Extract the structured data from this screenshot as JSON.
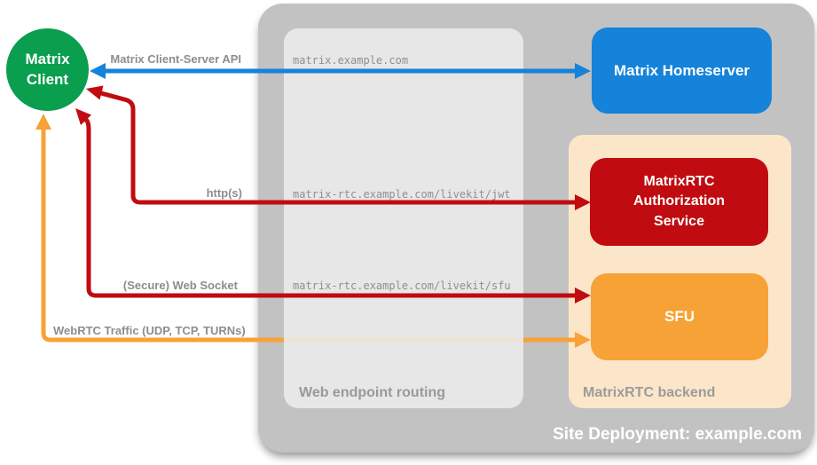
{
  "colors": {
    "green": "#0a9e4f",
    "blue": "#1583d9",
    "red": "#c00c10",
    "orange": "#f7a237",
    "peach": "#fce6ca",
    "container_gray": "#c2c2c2",
    "white": "#ffffff"
  },
  "client": {
    "line1": "Matrix",
    "line2": "Client"
  },
  "nodes": {
    "homeserver": {
      "label": "Matrix Homeserver"
    },
    "auth": {
      "label": "MatrixRTC Authorization Service"
    },
    "sfu": {
      "label": "SFU"
    }
  },
  "containers": {
    "site": {
      "caption": "Site Deployment: example.com"
    },
    "routing": {
      "caption": "Web endpoint routing"
    },
    "backend": {
      "caption": "MatrixRTC backend"
    }
  },
  "endpoints": {
    "homeserver": "matrix.example.com",
    "jwt": "matrix-rtc.example.com/livekit/jwt",
    "sfu": "matrix-rtc.example.com/livekit/sfu"
  },
  "arrows": {
    "api": {
      "label": "Matrix Client-Server API"
    },
    "https": {
      "label": "http(s)"
    },
    "websocket": {
      "label": "(Secure) Web Socket"
    },
    "webrtc": {
      "label": "WebRTC Traffic (UDP, TCP, TURNs)"
    }
  }
}
